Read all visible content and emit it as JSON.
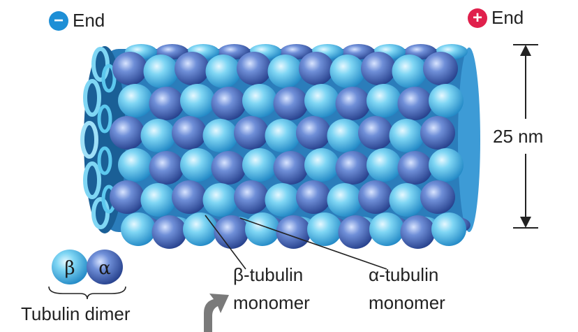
{
  "labels": {
    "minus_end": "End",
    "plus_end": "End",
    "diameter": "25 nm",
    "beta_line1": "β-tubulin",
    "beta_line2": "monomer",
    "alpha_line1": "α-tubulin",
    "alpha_line2": "monomer",
    "dimer_caption": "Tubulin dimer",
    "dimer_beta": "β",
    "dimer_alpha": "α"
  },
  "colors": {
    "minus_badge": "#1e8fd6",
    "plus_badge": "#e0204c",
    "beta_light": "#5cc8ee",
    "alpha_dark": "#3a5fb0"
  }
}
